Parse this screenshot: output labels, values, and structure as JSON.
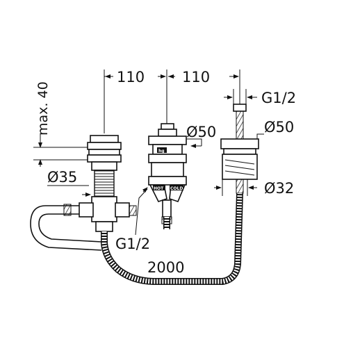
{
  "dimensions": {
    "width_left": "110",
    "width_right": "110",
    "max_height": "max. 40",
    "dia_35": "Ø35",
    "dia_50_top": "Ø50",
    "dia_50_right": "Ø50",
    "dia_32": "Ø32",
    "thread_top": "G1/2",
    "thread_bottom": "G1/2",
    "hose_length": "2000"
  },
  "valve_labels": {
    "hot": "HOT",
    "cold": "COLD",
    "hg": "hg"
  }
}
